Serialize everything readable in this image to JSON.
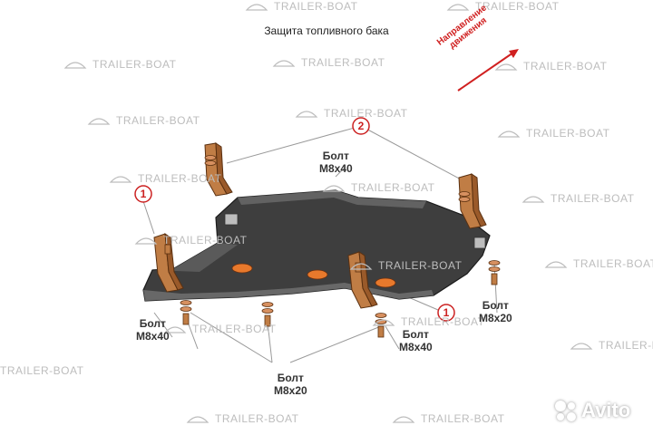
{
  "title": "Защита топливного бака",
  "direction": {
    "line1": "Направление",
    "line2": "движения",
    "arrow_color": "#d02020"
  },
  "callouts": [
    "1",
    "2",
    "1"
  ],
  "bolts": [
    {
      "label": "Болт",
      "size": "М8х40"
    },
    {
      "label": "Болт",
      "size": "М8х20"
    },
    {
      "label": "Болт",
      "size": "М8х40"
    },
    {
      "label": "Болт",
      "size": "М8х40"
    },
    {
      "label": "Болт",
      "size": "М8х20"
    }
  ],
  "watermark_text": "TRAILER-BOAT",
  "brand": "Avito",
  "colors": {
    "plate": "#3e3e3e",
    "bracket": "#c07d45",
    "hole": "#e8792c",
    "callout": "#cc2222"
  }
}
